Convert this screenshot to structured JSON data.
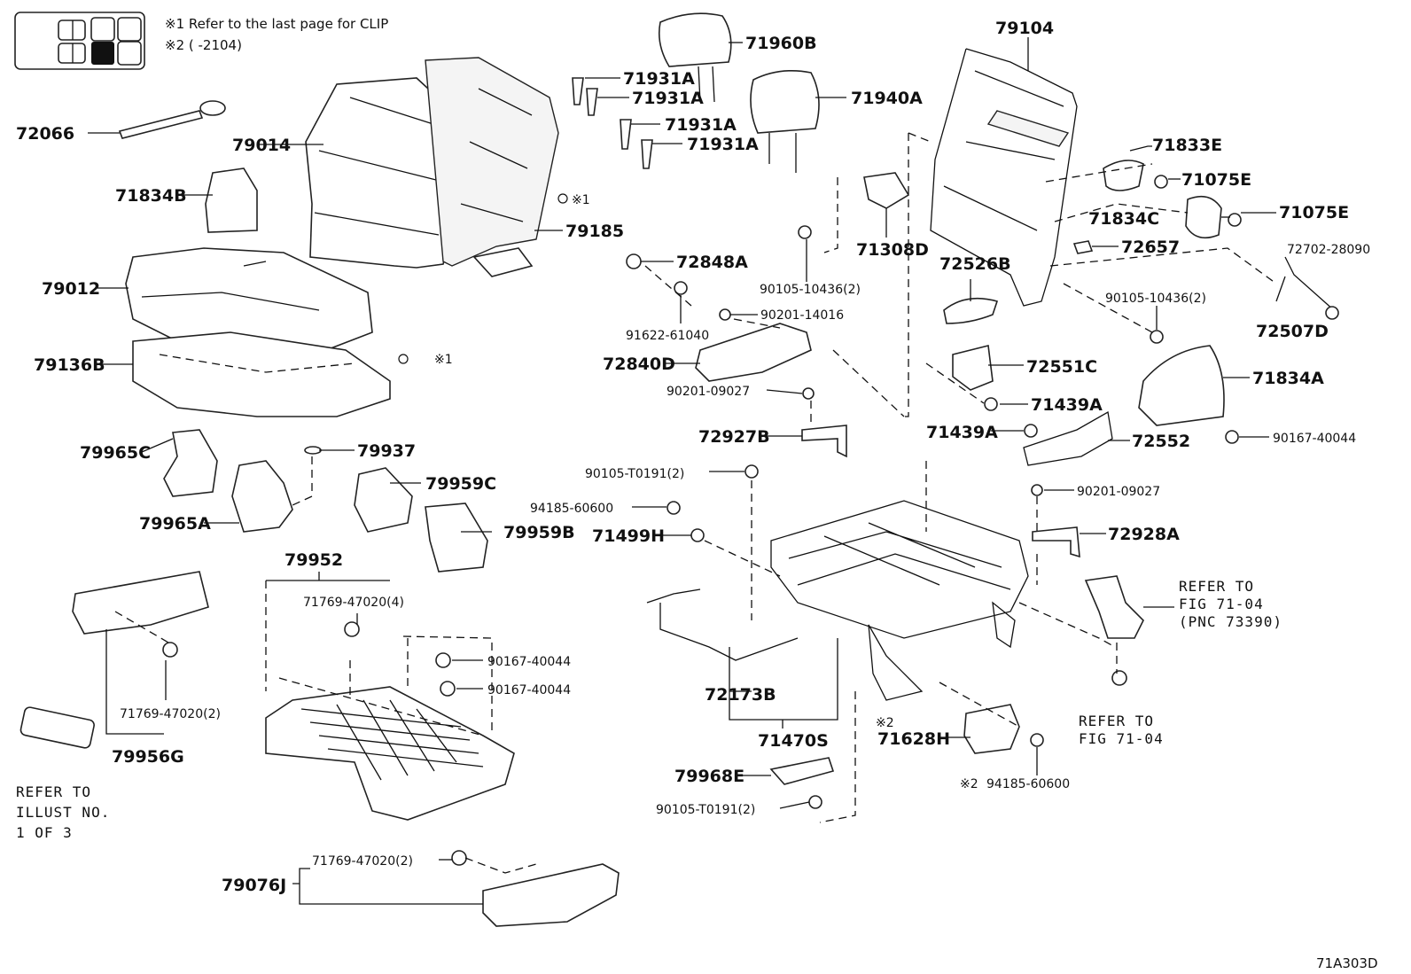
{
  "notes": {
    "note1": "※1  Refer to the last page for CLIP",
    "note2": "※2 (      -2104)",
    "clip_mark": "※1",
    "mark2": "※2"
  },
  "figure_id": "71A303D",
  "parts": {
    "p72066": "72066",
    "p79014": "79014",
    "p71834B": "71834B",
    "p79012": "79012",
    "p79136B": "79136B",
    "p79965C": "79965C",
    "p79965A": "79965A",
    "p79937": "79937",
    "p79959C": "79959C",
    "p79959B": "79959B",
    "p79952": "79952",
    "p71769_4": "71769-47020(4)",
    "p90167_a": "90167-40044",
    "p90167_b": "90167-40044",
    "p71769_2a": "71769-47020(2)",
    "p79956G": "79956G",
    "p79076J": "79076J",
    "p71769_2b": "71769-47020(2)",
    "p71960B": "71960B",
    "p71940A": "71940A",
    "p71931A_1": "71931A",
    "p71931A_2": "71931A",
    "p71931A_3": "71931A",
    "p71931A_4": "71931A",
    "p79185": "79185",
    "p72848A": "72848A",
    "p91622": "91622-61040",
    "p90201_14016": "90201-14016",
    "p72840D": "72840D",
    "p90201_09027a": "90201-09027",
    "p72927B": "72927B",
    "p90105_T0191a": "90105-T0191(2)",
    "p94185_a": "94185-60600",
    "p71499H": "71499H",
    "p72173B": "72173B",
    "p71470S": "71470S",
    "p79968E": "79968E",
    "p90105_T0191b": "90105-T0191(2)",
    "p71628H": "71628H",
    "p94185_b": "94185-60600",
    "p79104": "79104",
    "p71308D": "71308D",
    "p90105_10436a": "90105-10436(2)",
    "p72526B": "72526B",
    "p71833E": "71833E",
    "p71075E_1": "71075E",
    "p71075E_2": "71075E",
    "p71834C": "71834C",
    "p72657": "72657",
    "p72702": "72702-28090",
    "p90105_10436b": "90105-10436(2)",
    "p72507D": "72507D",
    "p72551C": "72551C",
    "p71439A_1": "71439A",
    "p71439A_2": "71439A",
    "p72552": "72552",
    "p71834A": "71834A",
    "p90167_c": "90167-40044",
    "p90201_09027b": "90201-09027",
    "p72928A": "72928A"
  },
  "refer": {
    "r1": [
      "REFER TO",
      "FIG 71-04",
      "(PNC 73390)"
    ],
    "r2": [
      "REFER TO",
      "FIG 71-04"
    ],
    "r3": [
      "REFER TO",
      "ILLUST NO.",
      "1 OF 3"
    ]
  }
}
